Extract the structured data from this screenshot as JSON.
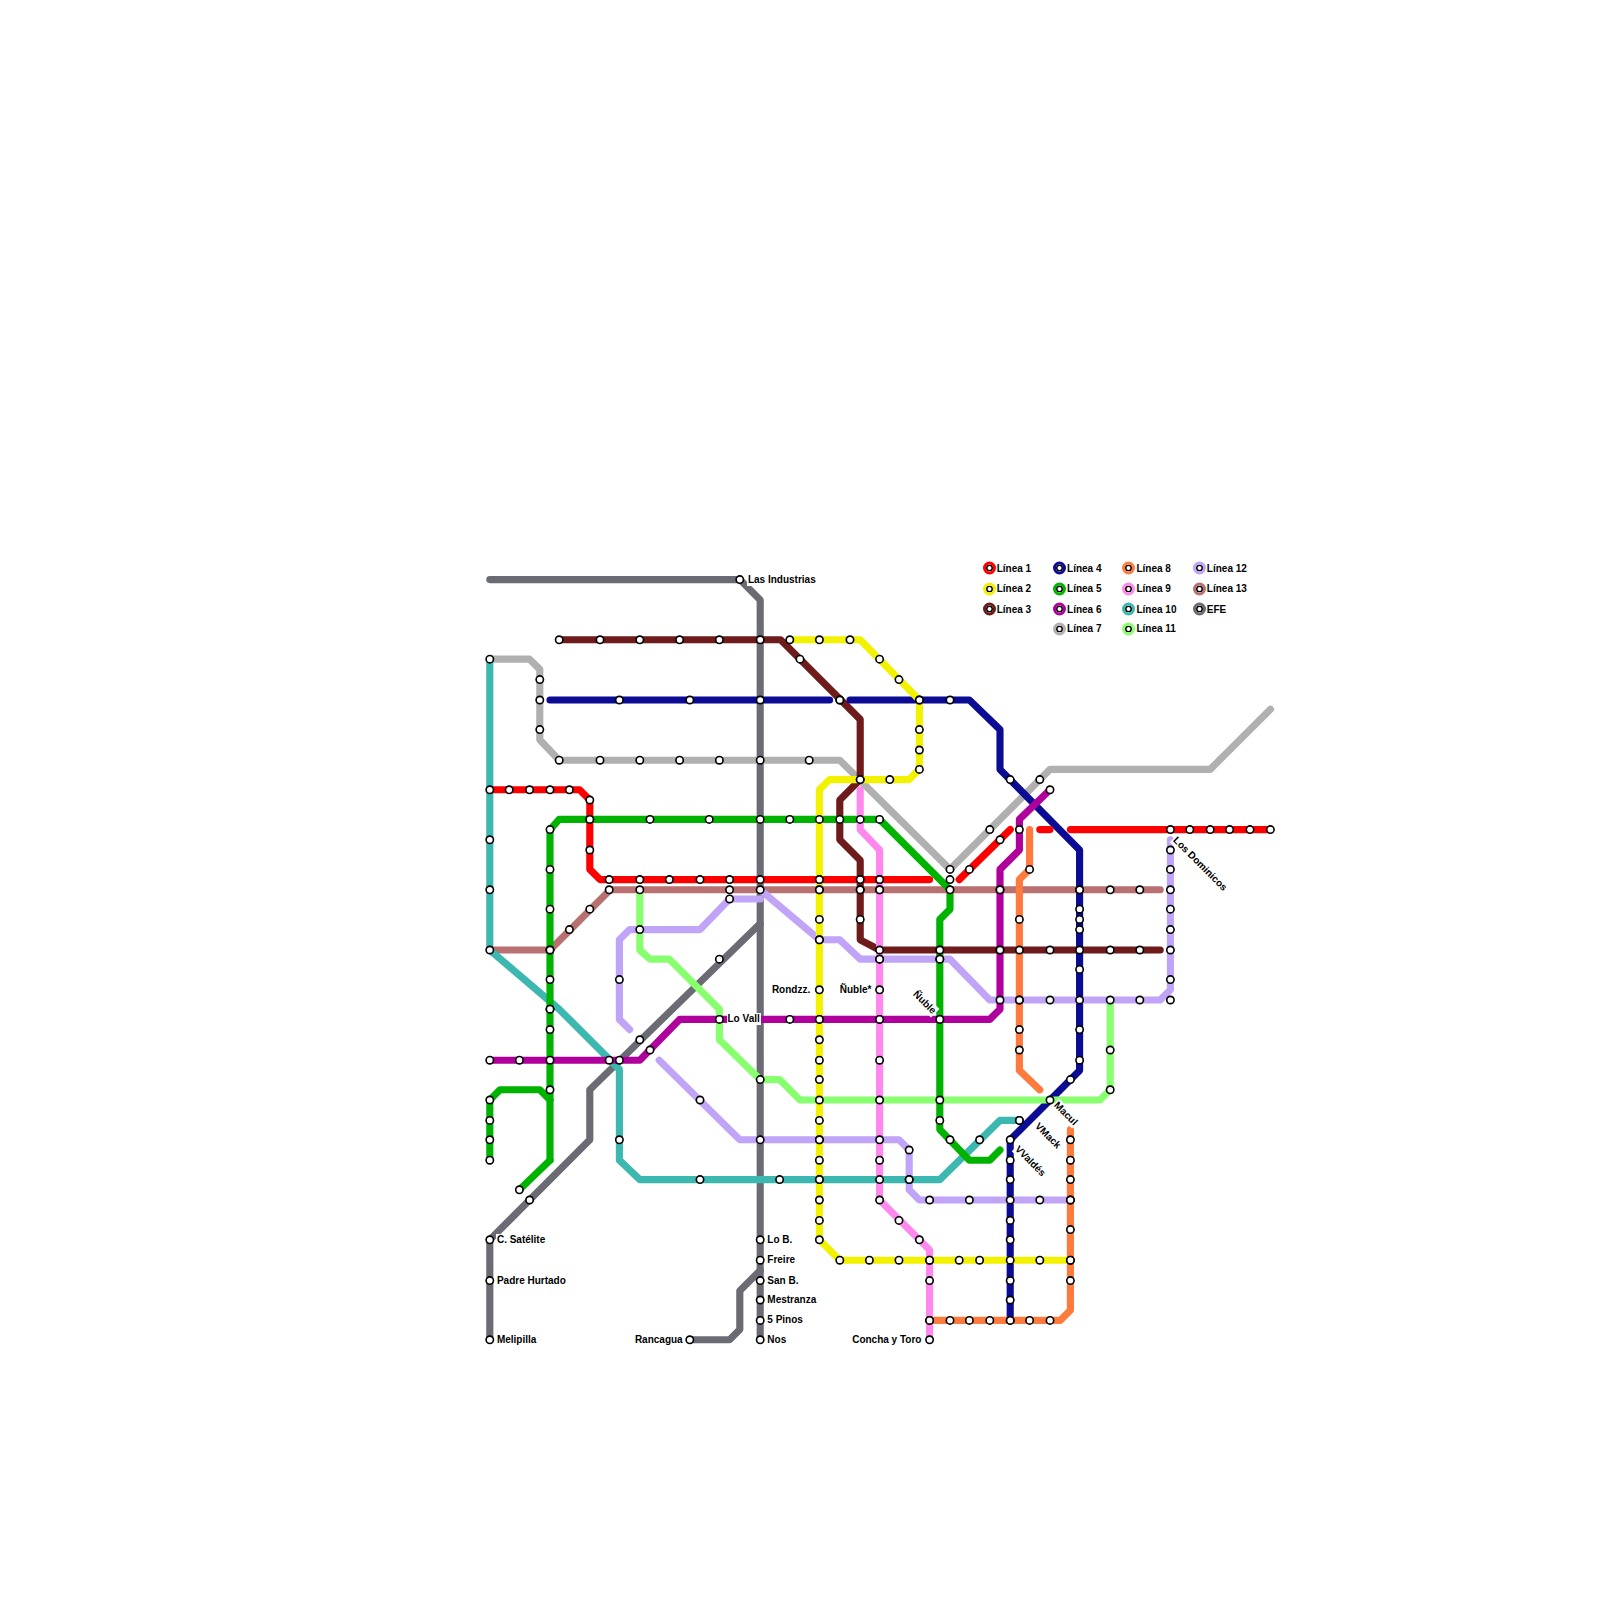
{
  "diagram": {
    "labels": [
      "Las Industrias",
      "Rondzz.",
      "Ñuble*",
      "Ñuble",
      "Lo Vall",
      "Lo B.",
      "Freire",
      "San B.",
      "Mestranza",
      "5 Pinos",
      "Nos",
      "Rancagua",
      "Concha y Toro",
      "C. Satélite",
      "Padre Hurtado",
      "Melipilla",
      "Los Dominicos",
      "Macul",
      "VMack",
      "VValdés"
    ],
    "legend": [
      {
        "text": "Línea 1",
        "color": "#ff0000"
      },
      {
        "text": "Línea 2",
        "color": "#f2f200"
      },
      {
        "text": "Línea 3",
        "color": "#6e1b1b"
      },
      {
        "text": "Línea 4",
        "color": "#0b0b94"
      },
      {
        "text": "Línea 5",
        "color": "#00b300"
      },
      {
        "text": "Línea 6",
        "color": "#b0009b"
      },
      {
        "text": "Línea 7",
        "color": "#b0b0b0"
      },
      {
        "text": "Línea 8",
        "color": "#ff7a3d"
      },
      {
        "text": "Línea 9",
        "color": "#ff88ee"
      },
      {
        "text": "Línea 10",
        "color": "#3db8b0"
      },
      {
        "text": "Línea 11",
        "color": "#88ff6e"
      },
      {
        "text": "Línea 12",
        "color": "#c0a4f8"
      },
      {
        "text": "Línea 13",
        "color": "#b87070"
      },
      {
        "text": "EFE",
        "color": "#6b6b73"
      }
    ]
  }
}
